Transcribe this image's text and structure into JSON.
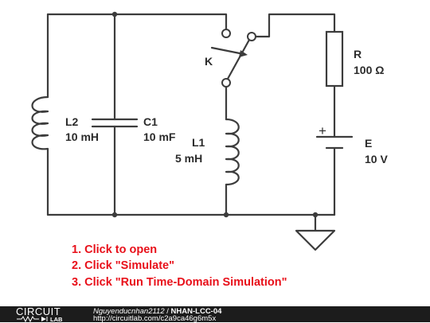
{
  "circuit": {
    "components": {
      "L2": {
        "ref": "L2",
        "value": "10 mH"
      },
      "C1": {
        "ref": "C1",
        "value": "10 mF"
      },
      "L1": {
        "ref": "L1",
        "value": "5 mH"
      },
      "K": {
        "ref": "K"
      },
      "R": {
        "ref": "R",
        "value": "100 Ω"
      },
      "E": {
        "ref": "E",
        "value": "10 V",
        "polarity": "+"
      }
    }
  },
  "instructions": [
    "1. Click to open",
    "2. Click \"Simulate\"",
    "3. Click \"Run Time-Domain Simulation\""
  ],
  "footer": {
    "logo_top": "CIRCUIT",
    "logo_bottom": "LAB",
    "author": "Nguyenducnhan2112",
    "separator": " / ",
    "circuit_name": "NHAN-LCC-04",
    "url": "http://circuitlab.com/c2a9ca46g6m5x"
  },
  "colors": {
    "wire": "#3c3c3c",
    "instructions": "#e8101a",
    "footer_bg": "#1c1c1c"
  }
}
